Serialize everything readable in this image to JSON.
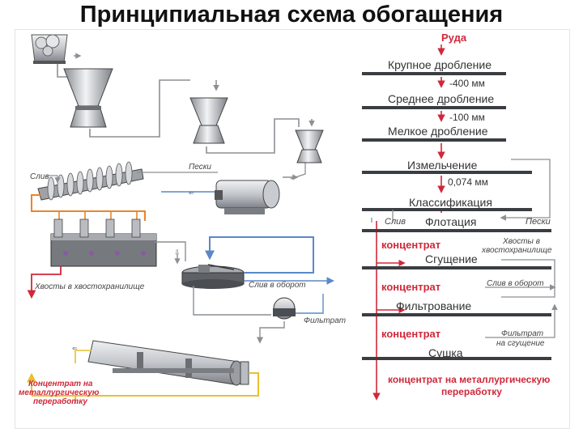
{
  "title": "Принципиальная схема обогащения",
  "flow": {
    "ruda": "Руда",
    "krupnoe": "Крупное дробление",
    "size400": "-400 мм",
    "srednee": "Среднее дробление",
    "size100": "-100 мм",
    "melkoe": "Мелкое дробление",
    "izmelchenie": "Измельчение",
    "size074": "0,074 мм",
    "klassifikaciya": "Классификация",
    "sliv": "Слив",
    "flotaciya": "Флотация",
    "peski": "Пески",
    "koncentrat1": "концентрат",
    "hvosty_right": "Хвосты в хвостохранилище",
    "sgushenie": "Сгущение",
    "koncentrat2": "концентрат",
    "sliv_oborot_right": "Слив в оборот",
    "filtrovanie": "Фильтрование",
    "koncentrat3": "концентрат",
    "filtrat_sgushenie": "Фильтрат на сгущение",
    "sushka": "Сушка",
    "final": "концентрат на металлургическую переработку"
  },
  "left": {
    "sliv_label": "Слив",
    "peski_label": "Пески",
    "hvosty_label": "Хвосты в хвостохранилище",
    "sliv_oborot_label": "Слив в оборот",
    "filtrat_label": "Фильтрат",
    "koncentrat_label": "Концентрат на металлургическую переработку"
  },
  "colors": {
    "red": "#d0283a",
    "orange": "#e8862e",
    "blue": "#5a88c8",
    "yellow": "#e8c030",
    "gray": "#8c8f94",
    "dark": "#3a3d42"
  }
}
